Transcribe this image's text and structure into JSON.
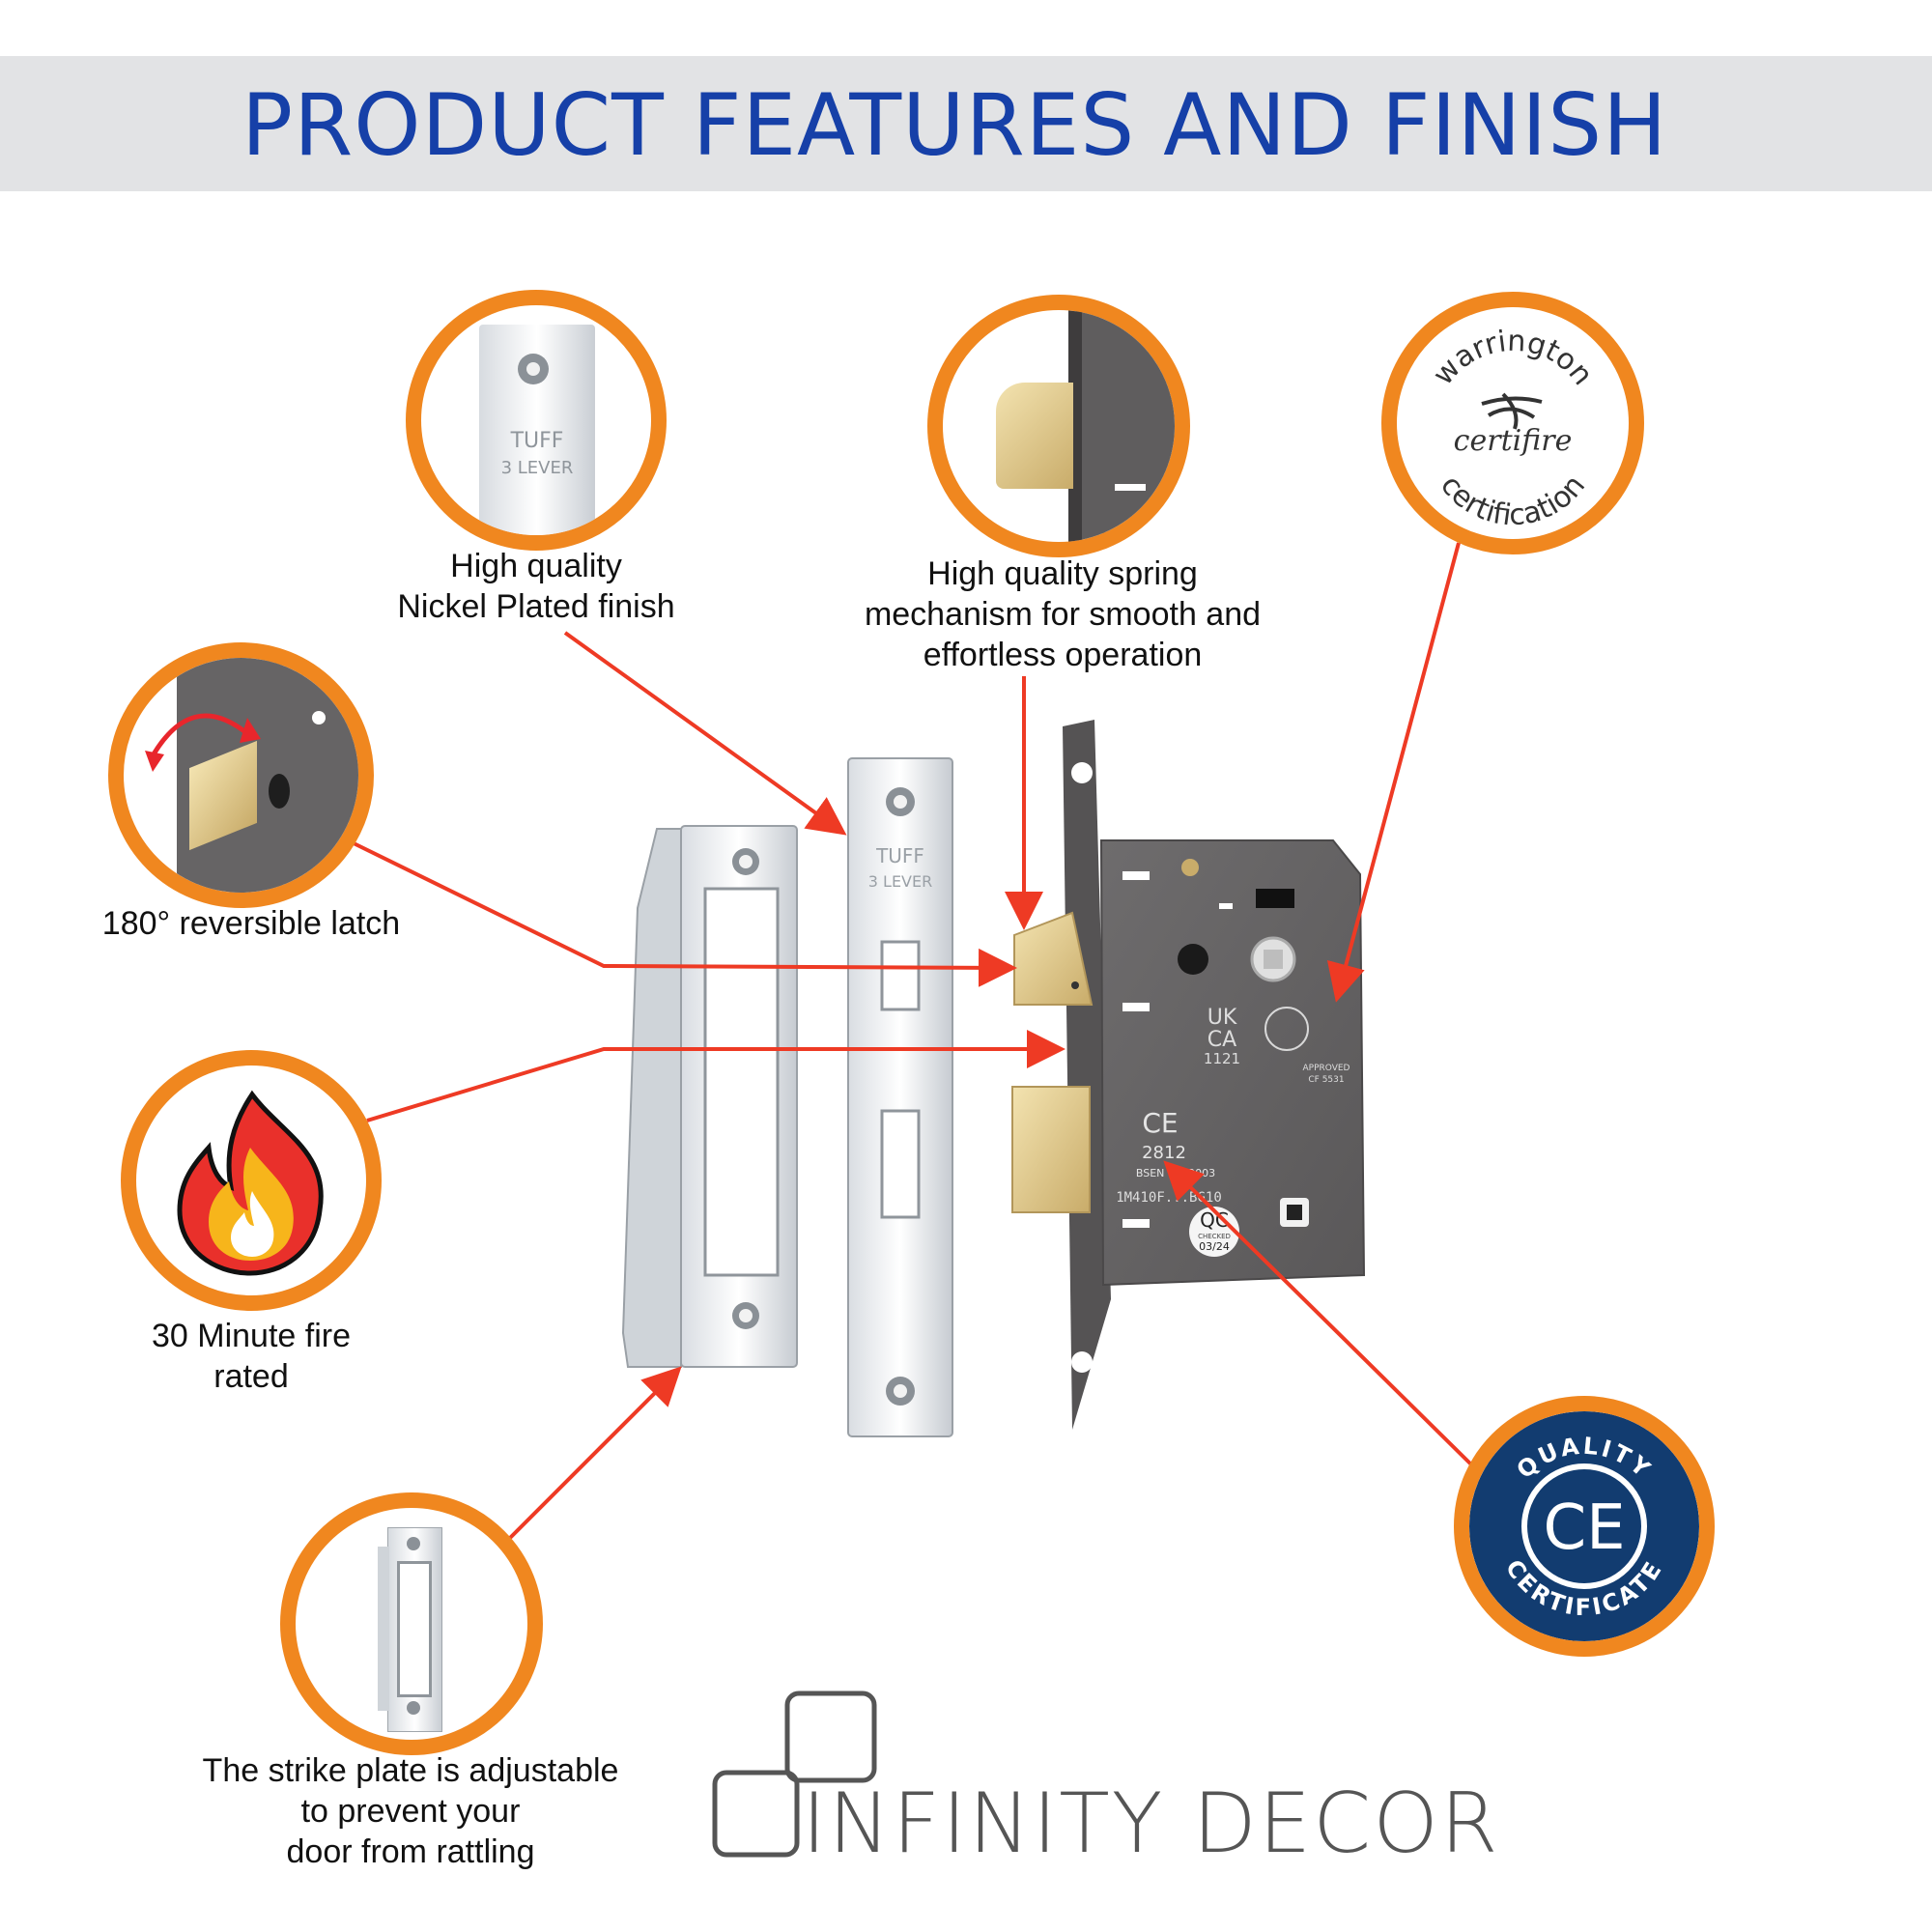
{
  "header": {
    "title": "PRODUCT FEATURES AND FINISH"
  },
  "colors": {
    "accent_orange": "#f0871f",
    "arrow_red": "#ee3a24",
    "title_blue": "#1640a8",
    "ce_navy": "#123c70"
  },
  "features": {
    "finish": {
      "lines": [
        "High quality",
        "Nickel Plated finish"
      ],
      "icon": "faceplate-closeup-icon",
      "plate_lines": [
        "TUFF",
        "3 LEVER"
      ]
    },
    "spring": {
      "lines": [
        "High quality spring",
        "mechanism for smooth and",
        "effortless operation"
      ],
      "icon": "spring-latch-closeup-icon"
    },
    "latch": {
      "lines": [
        "180° reversible latch"
      ],
      "icon": "reversible-latch-icon"
    },
    "fire": {
      "lines": [
        "30 Minute fire",
        "rated"
      ],
      "icon": "flame-icon"
    },
    "strike": {
      "lines": [
        "The strike plate is adjustable",
        "to prevent your",
        "door from rattling"
      ],
      "icon": "strike-plate-icon"
    },
    "certifire": {
      "top": "warrington",
      "middle": "certifire",
      "bottom": "certification",
      "icon": "certifire-logo-icon"
    },
    "ce_quality": {
      "top": "QUALITY",
      "mark": "CE",
      "bottom": "CERTIFICATE",
      "icon": "ce-quality-badge-icon"
    }
  },
  "product": {
    "forend_lines": [
      "TUFF",
      "3 LEVER"
    ],
    "case_marks": {
      "ukca": [
        "UK",
        "CA",
        "1121"
      ],
      "ce": "CE",
      "ce_number": "2812",
      "bsen": "BSEN 1...:2003",
      "code": "1M410F...BG10",
      "qc": "QC",
      "qc_checked": "CHECKED",
      "qc_date": "03/24",
      "approved": "APPROVED",
      "cf": "CF 5531"
    }
  },
  "brand": {
    "name": "INFINITY DECOR"
  }
}
